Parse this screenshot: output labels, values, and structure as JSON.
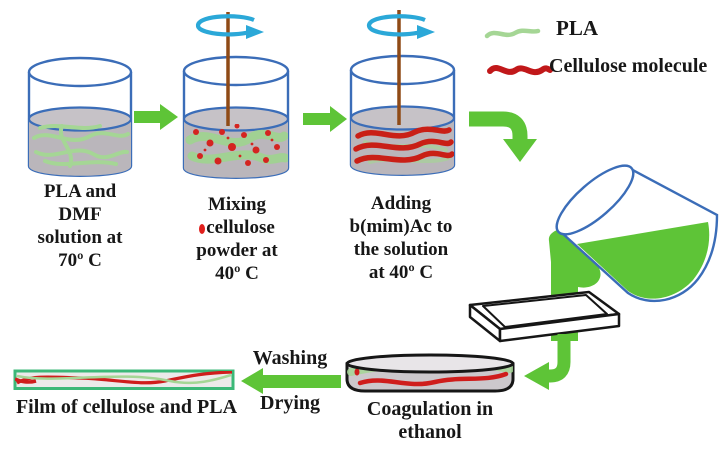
{
  "legend": {
    "pla_label": "PLA",
    "cellulose_label": "Cellulose molecule"
  },
  "steps": {
    "step1": {
      "lines": [
        "PLA and",
        "DMF",
        "solution at",
        "70º C"
      ]
    },
    "step2": {
      "lines": [
        "Mixing",
        "cellulose",
        "powder at",
        "40º C"
      ]
    },
    "step3": {
      "lines": [
        "Adding",
        "b(mim)Ac to",
        "the solution",
        "at 40º C"
      ]
    },
    "coagulation": {
      "lines": [
        "Coagulation in",
        "ethanol"
      ]
    },
    "film": {
      "label": "Film of cellulose and PLA"
    }
  },
  "process_labels": {
    "washing": "Washing",
    "drying": "Drying"
  },
  "colors": {
    "beaker_outline": "#3b6db8",
    "liquid_gray": "#bab6bb",
    "liquid_surface": "#c6c2c7",
    "pla_green": "#a5d695",
    "cellulose_red": "#cf1d1c",
    "arrow_green": "#5ec437",
    "rotation_cyan": "#2ba8d8",
    "stirrer_brown": "#8f4a16",
    "film_border": "#3cb878",
    "outline_black": "#161616"
  }
}
